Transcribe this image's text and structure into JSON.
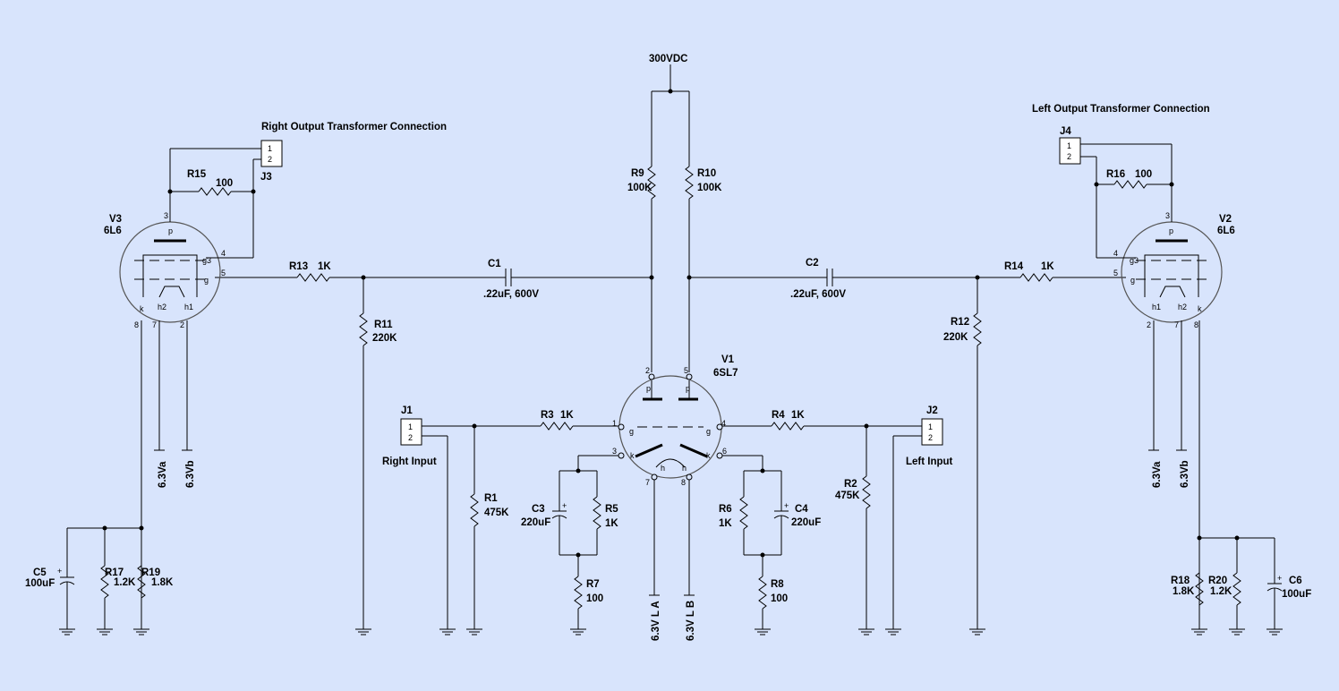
{
  "supply": {
    "label": "300VDC"
  },
  "notes": {
    "right_output": "Right Output Transformer Connection",
    "left_output": "Left Output Transformer Connection",
    "right_input": "Right Input",
    "left_input": "Left Input"
  },
  "tubes": {
    "V1": {
      "ref": "V1",
      "type": "6SL7"
    },
    "V2": {
      "ref": "V2",
      "type": "6L6"
    },
    "V3": {
      "ref": "V3",
      "type": "6L6"
    }
  },
  "connectors": {
    "J1": {
      "ref": "J1",
      "pins": [
        "1",
        "2"
      ]
    },
    "J2": {
      "ref": "J2",
      "pins": [
        "1",
        "2"
      ]
    },
    "J3": {
      "ref": "J3",
      "pins": [
        "1",
        "2"
      ]
    },
    "J4": {
      "ref": "J4",
      "pins": [
        "1",
        "2"
      ]
    }
  },
  "resistors": {
    "R1": {
      "ref": "R1",
      "value": "475K"
    },
    "R2": {
      "ref": "R2",
      "value": "475K"
    },
    "R3": {
      "ref": "R3",
      "value": "1K"
    },
    "R4": {
      "ref": "R4",
      "value": "1K"
    },
    "R5": {
      "ref": "R5",
      "value": "1K"
    },
    "R6": {
      "ref": "R6",
      "value": "1K"
    },
    "R7": {
      "ref": "R7",
      "value": "100"
    },
    "R8": {
      "ref": "R8",
      "value": "100"
    },
    "R9": {
      "ref": "R9",
      "value": "100K"
    },
    "R10": {
      "ref": "R10",
      "value": "100K"
    },
    "R11": {
      "ref": "R11",
      "value": "220K"
    },
    "R12": {
      "ref": "R12",
      "value": "220K"
    },
    "R13": {
      "ref": "R13",
      "value": "1K"
    },
    "R14": {
      "ref": "R14",
      "value": "1K"
    },
    "R15": {
      "ref": "R15",
      "value": "100"
    },
    "R16": {
      "ref": "R16",
      "value": "100"
    },
    "R17": {
      "ref": "R17",
      "value": "1.2K"
    },
    "R18": {
      "ref": "R18",
      "value": "1.8K"
    },
    "R19": {
      "ref": "R19",
      "value": "1.8K"
    },
    "R20": {
      "ref": "R20",
      "value": "1.2K"
    }
  },
  "capacitors": {
    "C1": {
      "ref": "C1",
      "value": ".22uF, 600V"
    },
    "C2": {
      "ref": "C2",
      "value": ".22uF, 600V"
    },
    "C3": {
      "ref": "C3",
      "value": "220uF"
    },
    "C4": {
      "ref": "C4",
      "value": "220uF"
    },
    "C5": {
      "ref": "C5",
      "value": "100uF"
    },
    "C6": {
      "ref": "C6",
      "value": "100uF"
    }
  },
  "heater_labels": {
    "v3a": "6.3Va",
    "v3b": "6.3Vb",
    "v2a": "6.3Va",
    "v2b": "6.3Vb",
    "v1a": "6.3V L A",
    "v1b": "6.3V L B"
  },
  "v1_pins": {
    "p1": "1",
    "p2": "2",
    "p3": "3",
    "p4": "4",
    "p5": "5",
    "p6": "6",
    "p7": "7",
    "p8": "8"
  },
  "v1_elements": {
    "ga": "g",
    "gb": "g",
    "ka": "k",
    "kb": "k",
    "pa": "p",
    "pb": "p",
    "h1": "h",
    "h2": "h"
  },
  "v3_pins": {
    "p3": "3",
    "p4": "4",
    "p5": "5",
    "p8": "8",
    "p7": "7",
    "p2": "2"
  },
  "v3_elements": {
    "p": "p",
    "g3": "g3",
    "g": "g",
    "k": "k",
    "h2": "h2",
    "h1": "h1"
  },
  "v2_pins": {
    "p3": "3",
    "p4": "4",
    "p5": "5",
    "p8": "8",
    "p7": "7",
    "p2": "2"
  },
  "v2_elements": {
    "p": "p",
    "g3": "g3",
    "g": "g",
    "k": "k",
    "h2": "h2",
    "h1": "h1"
  },
  "plus_sign": "+"
}
